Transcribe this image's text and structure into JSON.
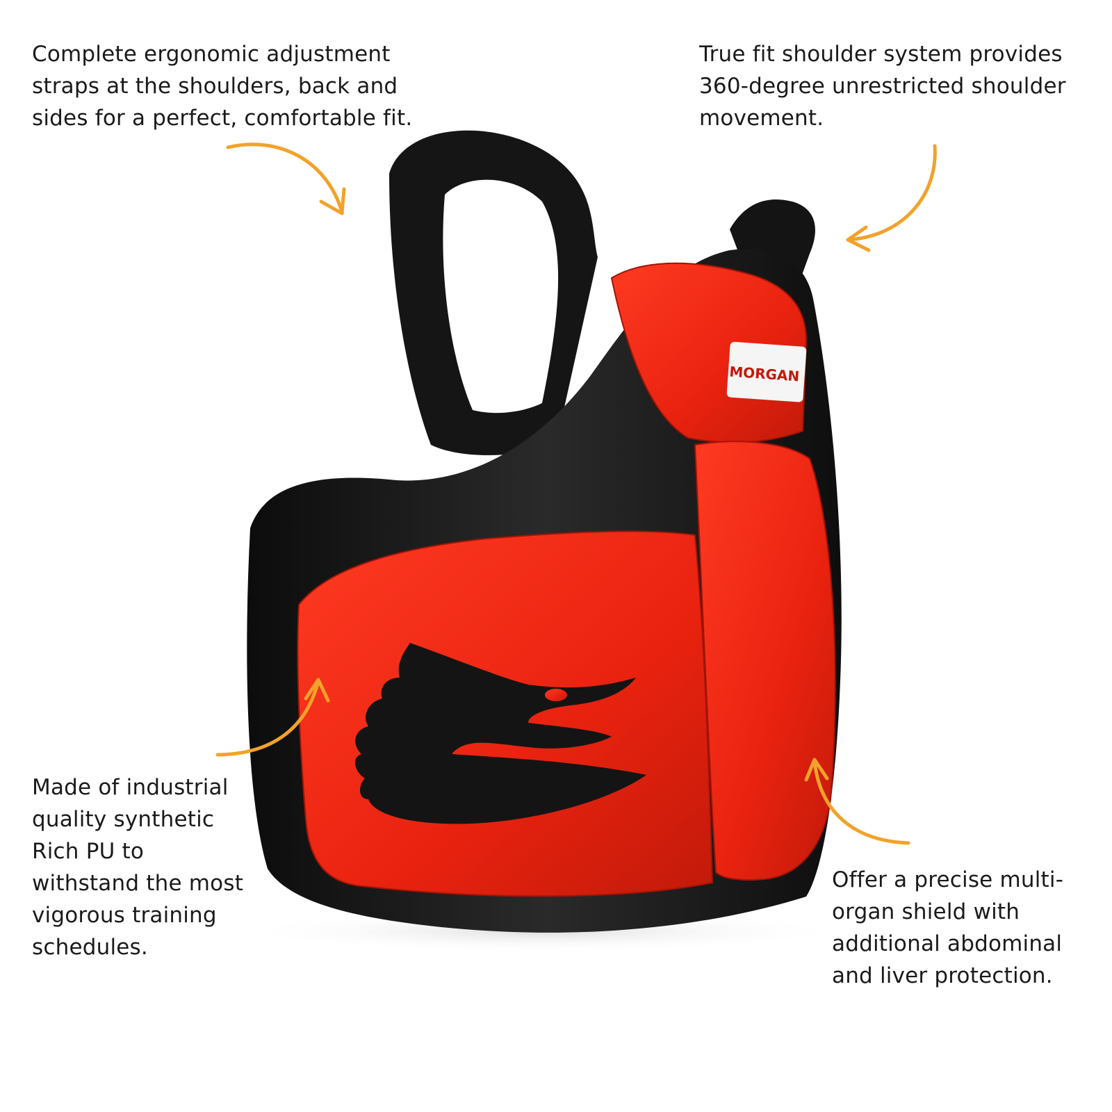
{
  "callouts": {
    "top_left": "Complete ergonomic adjustment\nstraps at the shoulders, back and\nsides for a perfect, comfortable fit.",
    "top_right": "True fit shoulder system provides\n360-degree unrestricted shoulder\nmovement.",
    "bottom_left": "Made of industrial\nquality synthetic\nRich PU to\nwithstand the most\nvigorous training\nschedules.",
    "bottom_right": "Offer a precise multi-\norgan shield with\nadditional abdominal\nand liver protection."
  },
  "product": {
    "image_name": "red-black-body-protector-vest",
    "logo_text": "MORGAN"
  },
  "colors": {
    "arrow": "#f2a22a",
    "vest_red": "#e8220f",
    "vest_black": "#141414"
  }
}
